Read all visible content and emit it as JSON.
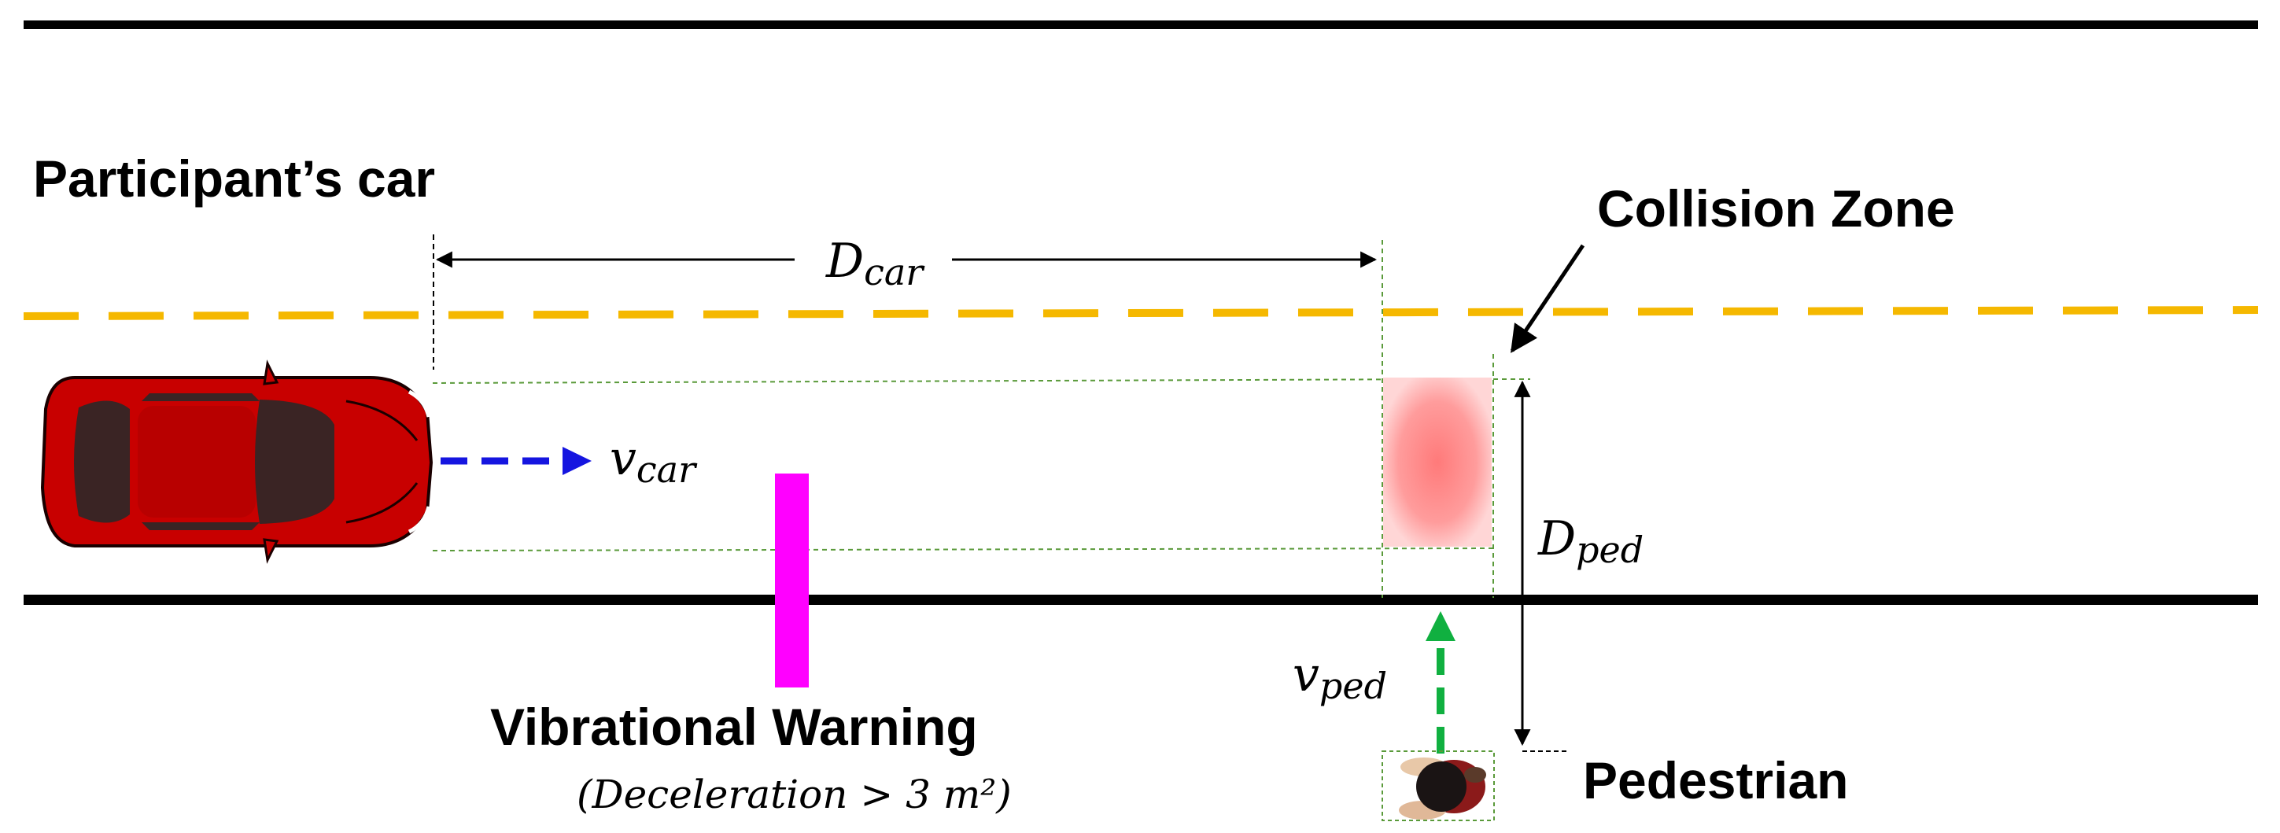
{
  "labels": {
    "participant_car": "Participant’s car",
    "collision_zone": "Collision Zone",
    "vibrational_warning": "Vibrational Warning",
    "deceleration_note": "(Deceleration > 3 m²)",
    "pedestrian": "Pedestrian"
  },
  "math": {
    "d_car_main": "D",
    "d_car_sub": "car",
    "v_car_main": "v",
    "v_car_sub": "car",
    "d_ped_main": "D",
    "d_ped_sub": "ped",
    "v_ped_main": "v",
    "v_ped_sub": "ped"
  },
  "colors": {
    "road_edge": "#000000",
    "center_line": "#f5b800",
    "car_body": "#c80000",
    "car_glass": "#3a2424",
    "car_velocity_arrow": "#1515e0",
    "pedestrian_velocity_arrow": "#10b040",
    "warning_bar": "#ff00ff",
    "collision_zone": "#ff8080",
    "guide_lines": "#5a9a3a"
  },
  "icons": [
    "car-icon",
    "pedestrian-icon"
  ]
}
